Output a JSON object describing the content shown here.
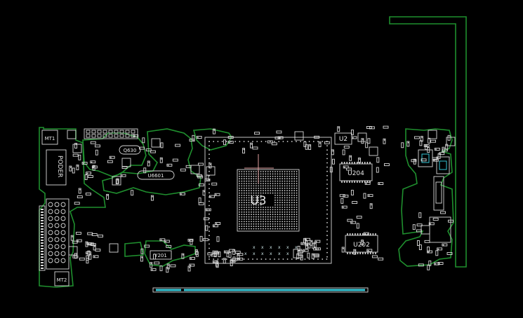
{
  "labels": {
    "mt1": "MT1",
    "mt2": "MT2",
    "poder": "PODER",
    "u3": "U3",
    "u2": "U2",
    "u204": "U204",
    "u202": "U202",
    "q630": "Q630",
    "u6601": "U6601",
    "y201": "Y201"
  },
  "colors": {
    "background": "#000000",
    "board_outline": "#1f8f2e",
    "component_silk": "#d9d9d9",
    "connector_pads": "#35c6d6",
    "crosshair": "#e0a0a0"
  }
}
